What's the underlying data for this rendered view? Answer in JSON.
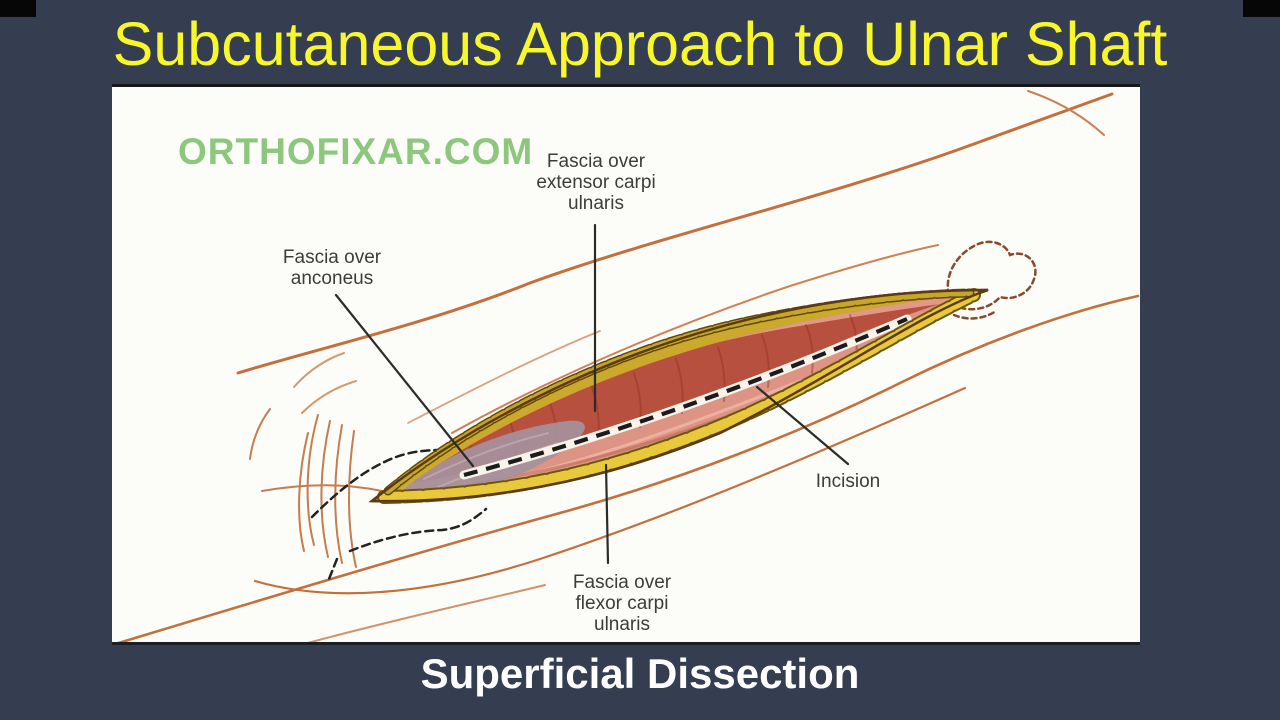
{
  "slide": {
    "title": "Subcutaneous Approach to Ulnar Shaft",
    "subtitle": "Superficial Dissection",
    "watermark": "ORTHOFIXAR.COM",
    "colors": {
      "background": "#353E51",
      "title_text": "#F7F72B",
      "subtitle_text": "#FFFFFF",
      "watermark_text": "#8CC77D",
      "panel_background": "#FCFCF9",
      "label_text": "#3C3C3C",
      "skin_line": "#C4703C",
      "fat_layer": "#E8C93C",
      "muscle_dark_red": "#B8503F",
      "muscle_salmon": "#DE9484",
      "anconeus_gray": "#A5909C",
      "incision_dash": "#1C1C1C"
    }
  },
  "figure": {
    "caption": "Superficial Dissection",
    "labels": [
      {
        "id": "fascia-extensor-carpi-ulnaris",
        "text": "Fascia over\nextensor carpi\nulnaris"
      },
      {
        "id": "fascia-anconeus",
        "text": "Fascia over\nanconeus"
      },
      {
        "id": "incision",
        "text": "Incision"
      },
      {
        "id": "fascia-flexor-carpi-ulnaris",
        "text": "Fascia over\nflexor carpi\nulnaris"
      }
    ]
  }
}
